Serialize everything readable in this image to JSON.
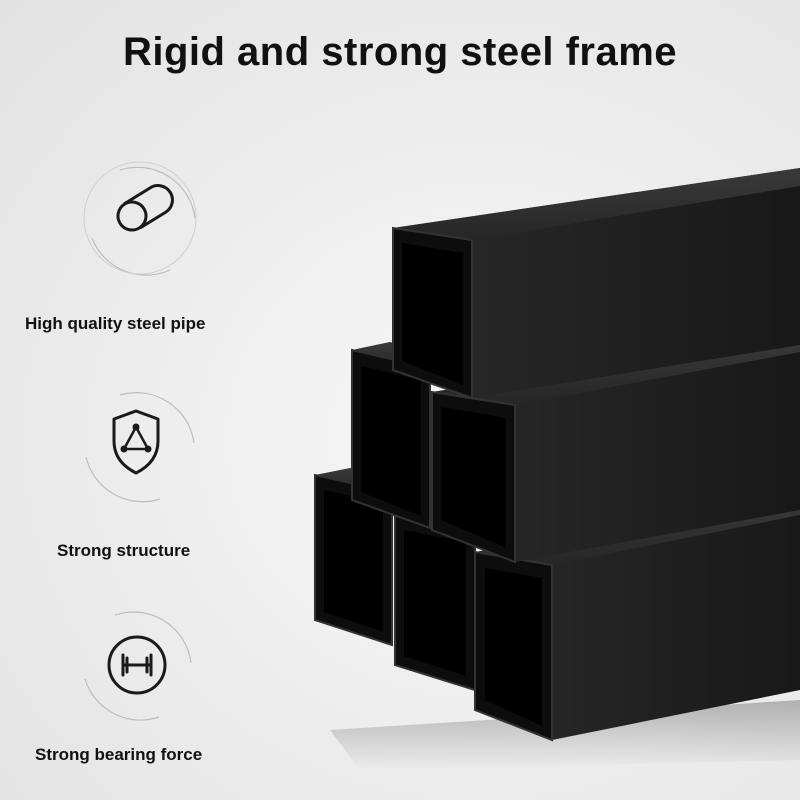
{
  "header": {
    "title": "Rigid and strong steel frame"
  },
  "features": [
    {
      "label": "High quality steel pipe",
      "icon": "steel-pipe-icon"
    },
    {
      "label": "Strong structure",
      "icon": "shield-triangle-icon"
    },
    {
      "label": "Strong bearing force",
      "icon": "barbell-icon"
    }
  ],
  "product": {
    "description": "stack of six black square steel tubes",
    "tube_count": 6
  },
  "colors": {
    "tube": "#1a1a1a",
    "text": "#111111",
    "background": "#ececec"
  }
}
